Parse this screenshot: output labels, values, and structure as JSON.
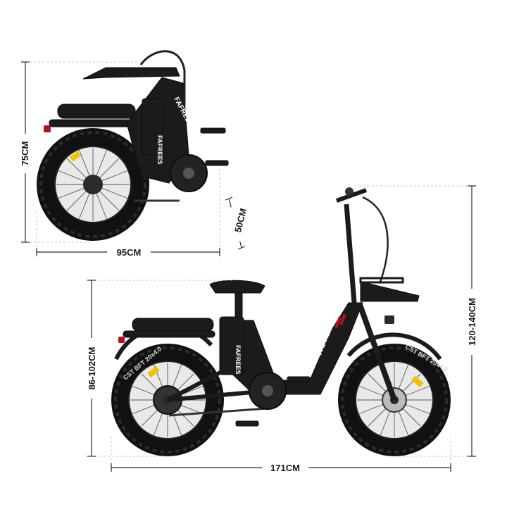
{
  "brand": {
    "name": "FAFREES",
    "tire_print": "CST BFT 20x4.0"
  },
  "dimensions": {
    "folded_height": "75CM",
    "folded_length": "95CM",
    "folded_width": "50CM",
    "seat_height": "86-102CM",
    "total_height": "120-140CM",
    "total_length": "171CM"
  },
  "colors": {
    "frame": "#1b1b1b",
    "accent_red": "#b3121b",
    "reflector": "#f2c200",
    "background": "#ffffff"
  }
}
